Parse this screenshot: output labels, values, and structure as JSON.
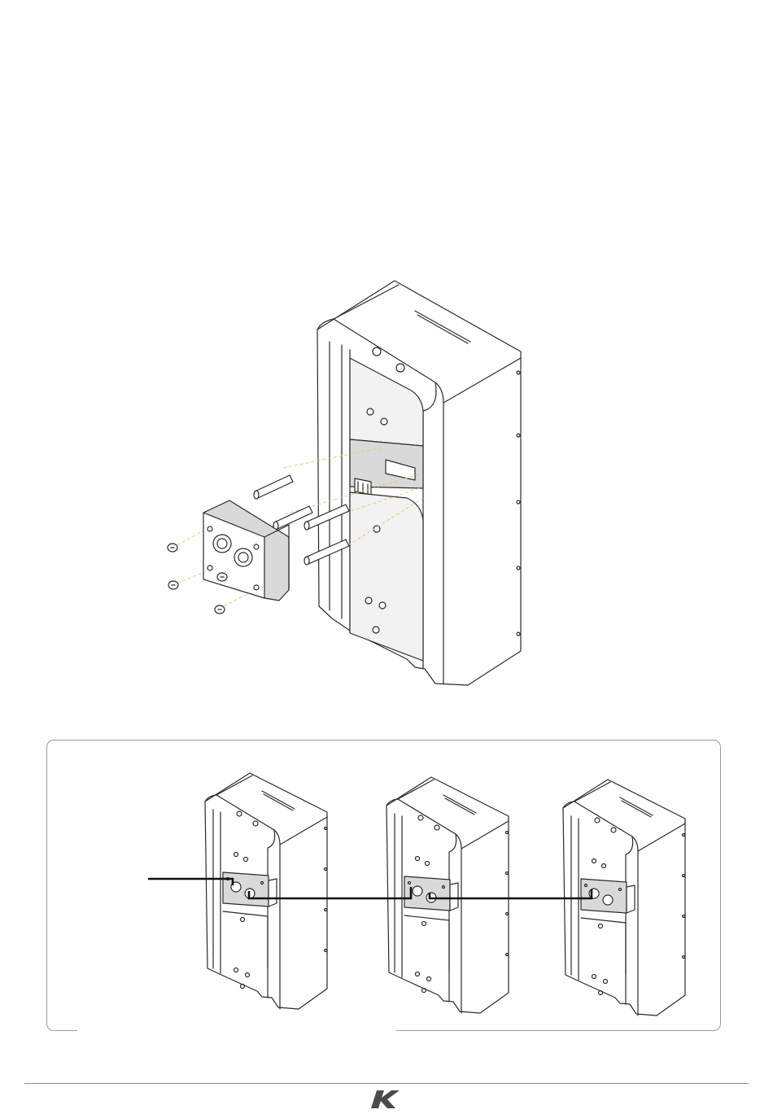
{
  "figures": [
    {
      "id": "exploded-view",
      "icon": "speaker-exploded-mounting-icon"
    },
    {
      "id": "daisy-chain",
      "icon": "speaker-daisy-chain-icon",
      "speaker_count": 3
    }
  ],
  "footer": {
    "logo_icon": "brand-k-logo-icon"
  },
  "colors": {
    "line": "#2a2a2a",
    "guide": "#e8c878",
    "frame": "#9a9a9a",
    "rule": "#8c8c8c"
  }
}
